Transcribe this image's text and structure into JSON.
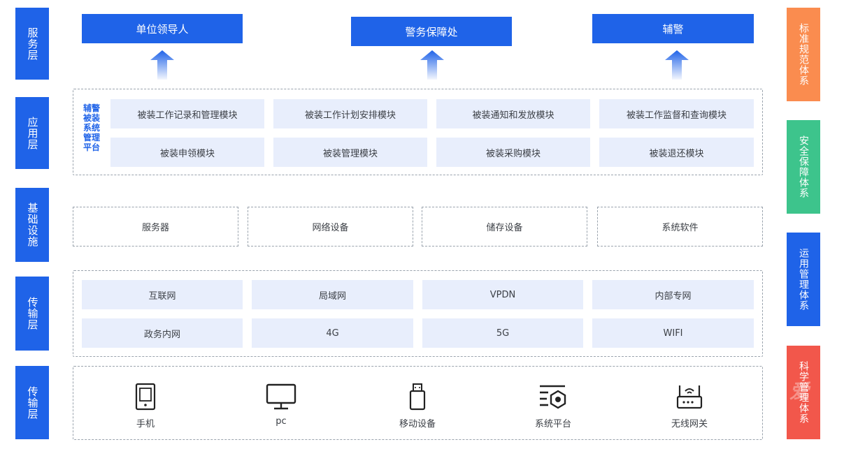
{
  "layers": {
    "service": "服务层",
    "application": "应用层",
    "infrastructure": "基础设施",
    "transport1": "传输层",
    "transport2": "传输层"
  },
  "service_targets": [
    "单位领导人",
    "警务保障处",
    "辅警"
  ],
  "app_system_label": "辅警被装系统管理平台",
  "app_modules": [
    "被装工作记录和管理模块",
    "被装工作计划安排模块",
    "被装通知和发放模块",
    "被装工作监督和查询模块",
    "被装申领模块",
    "被装管理模块",
    "被装采购模块",
    "被装退还模块"
  ],
  "infrastructure_items": [
    "服务器",
    "网络设备",
    "储存设备",
    "系统软件"
  ],
  "network_items": [
    "互联网",
    "局域网",
    "VPDN",
    "内部专网",
    "政务内网",
    "4G",
    "5G",
    "WIFI"
  ],
  "devices": [
    {
      "label": "手机",
      "icon": "phone-icon"
    },
    {
      "label": "pc",
      "icon": "monitor-icon"
    },
    {
      "label": "移动设备",
      "icon": "usb-drive-icon"
    },
    {
      "label": "系统平台",
      "icon": "platform-icon"
    },
    {
      "label": "无线网关",
      "icon": "router-icon"
    }
  ],
  "right_systems": [
    {
      "label": "标准规范体系",
      "color": "#fa8c4f"
    },
    {
      "label": "安全保障体系",
      "color": "#3dc48c"
    },
    {
      "label": "运用管理体系",
      "color": "#1f63e8"
    },
    {
      "label": "科学管理体系",
      "color": "#f2574b"
    }
  ],
  "colors": {
    "primary": "#1f63e8",
    "module_bg": "#e8eefc"
  }
}
